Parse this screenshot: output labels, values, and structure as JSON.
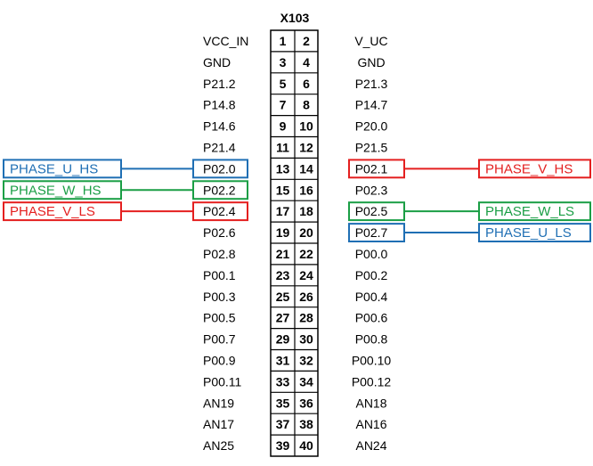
{
  "connector": {
    "title": "X103",
    "left_labels": [
      "VCC_IN",
      "GND",
      "P21.2",
      "P14.8",
      "P14.6",
      "P21.4",
      "P02.0",
      "P02.2",
      "P02.4",
      "P02.6",
      "P02.8",
      "P00.1",
      "P00.3",
      "P00.5",
      "P00.7",
      "P00.9",
      "P00.11",
      "AN19",
      "AN17",
      "AN25"
    ],
    "right_labels": [
      "V_UC",
      "GND",
      "P21.3",
      "P14.7",
      "P20.0",
      "P21.5",
      "P02.1",
      "P02.3",
      "P02.5",
      "P02.7",
      "P00.0",
      "P00.2",
      "P00.4",
      "P00.6",
      "P00.8",
      "P00.10",
      "P00.12",
      "AN18",
      "AN16",
      "AN24"
    ],
    "left_pins": [
      "1",
      "3",
      "5",
      "7",
      "9",
      "11",
      "13",
      "15",
      "17",
      "19",
      "21",
      "23",
      "25",
      "27",
      "29",
      "31",
      "33",
      "35",
      "37",
      "39"
    ],
    "right_pins": [
      "2",
      "4",
      "6",
      "8",
      "10",
      "12",
      "14",
      "16",
      "18",
      "20",
      "22",
      "24",
      "26",
      "28",
      "30",
      "32",
      "34",
      "36",
      "38",
      "40"
    ]
  },
  "signals": {
    "left": [
      {
        "name": "PHASE_U_HS",
        "row": 6,
        "color": "#1f6fb4"
      },
      {
        "name": "PHASE_W_HS",
        "row": 7,
        "color": "#1a9e45"
      },
      {
        "name": "PHASE_V_LS",
        "row": 8,
        "color": "#e41f1f"
      }
    ],
    "right": [
      {
        "name": "PHASE_V_HS",
        "row": 6,
        "color": "#e41f1f"
      },
      {
        "name": "PHASE_W_LS",
        "row": 8,
        "color": "#1a9e45"
      },
      {
        "name": "PHASE_U_LS",
        "row": 9,
        "color": "#1f6fb4"
      }
    ]
  }
}
